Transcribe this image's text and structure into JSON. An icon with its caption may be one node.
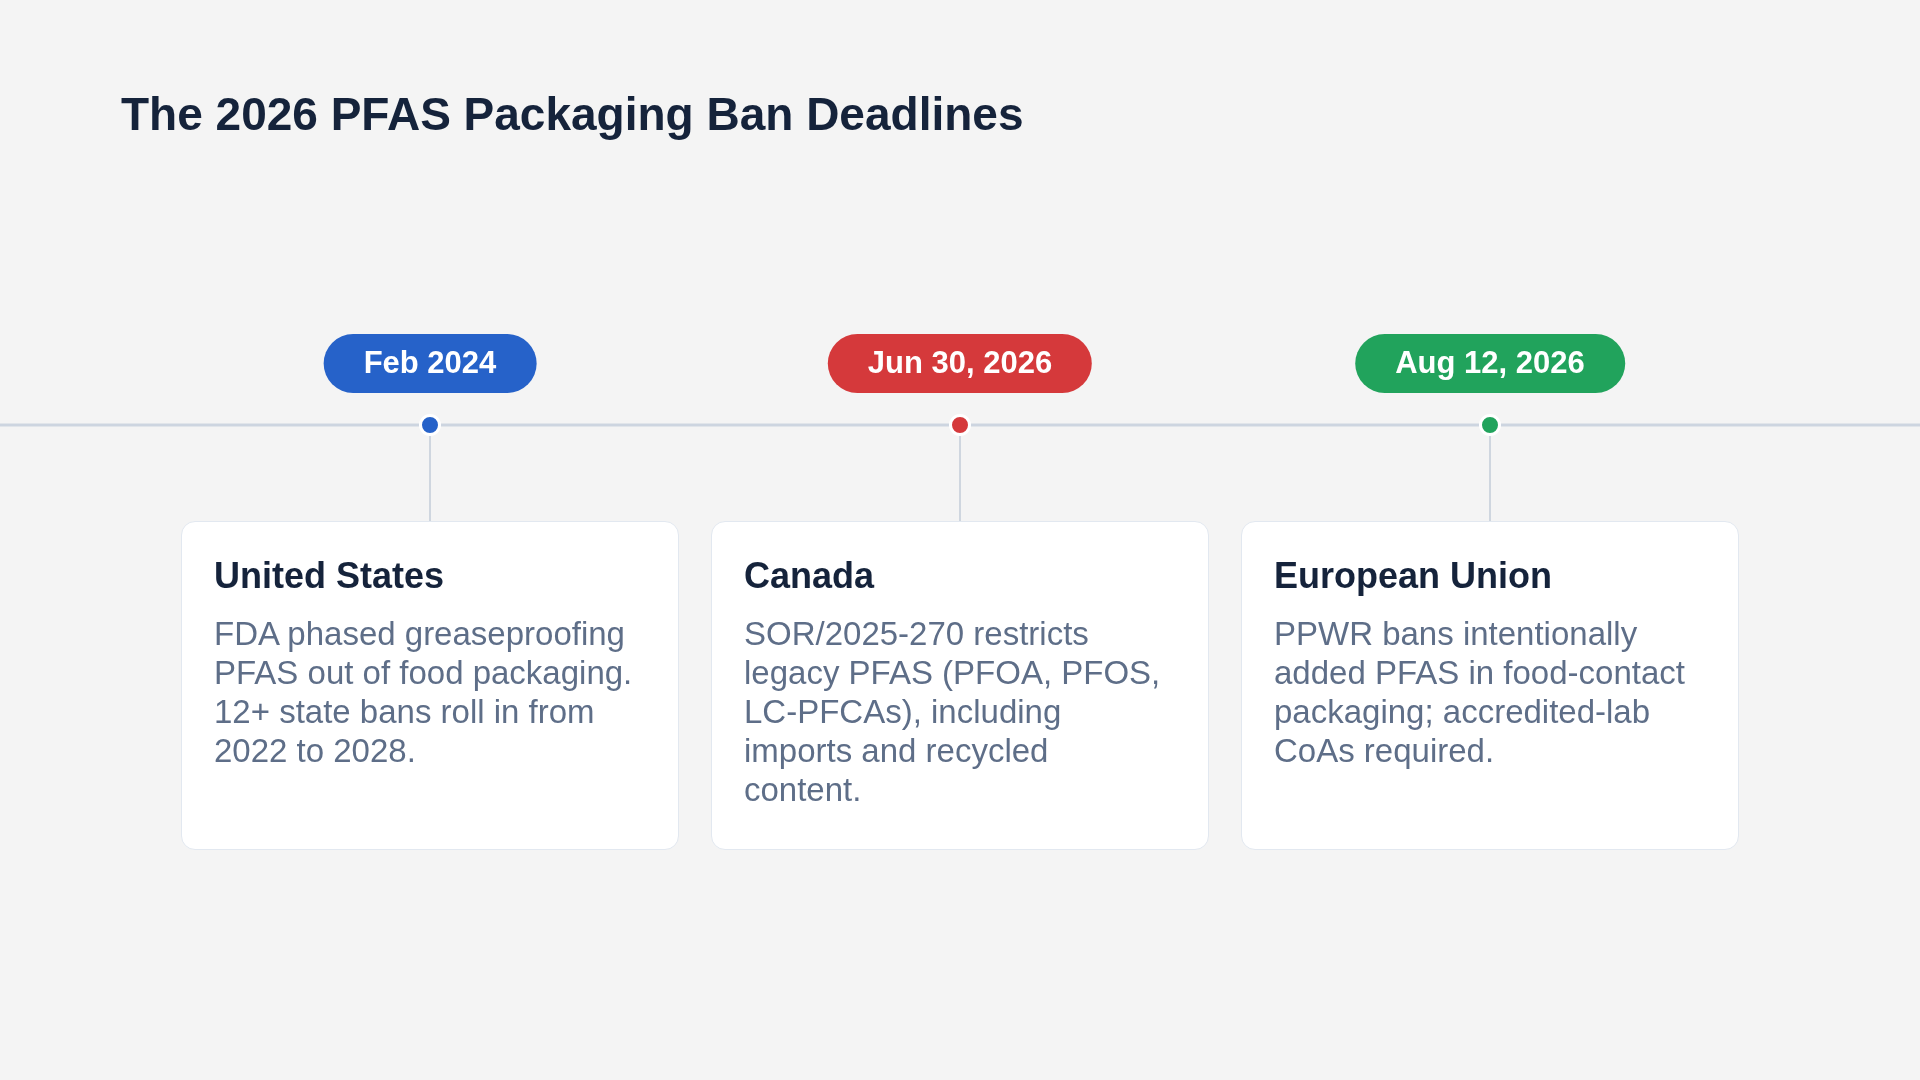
{
  "diagram": {
    "title": "The 2026 PFAS Packaging Ban Deadlines",
    "nodes": [
      {
        "text": [
          "Feb 2024"
        ]
      },
      {
        "text": [
          "Jun 30, 2026"
        ]
      },
      {
        "text": [
          "Aug 12, 2026"
        ]
      },
      {
        "text": [],
        "shape": "circle"
      },
      {
        "text": [],
        "shape": "circle"
      },
      {
        "text": [],
        "shape": "circle"
      },
      {
        "text": [
          "United States",
          "FDA phased greaseproofing PFAS out of food packaging. 12+ state bans roll in from 2022 to 2028."
        ]
      },
      {
        "text": [
          "Canada",
          "SOR/2025-270 restricts legacy PFAS (PFOA, PFOS, LC-PFCAs), including imports and recycled content."
        ]
      },
      {
        "text": [
          "European Union",
          "PPWR bans intentionally added PFAS in food-contact packaging; accredited-lab CoAs required."
        ]
      }
    ],
    "edges": [
      {
        "from": 3,
        "to": 6,
        "arrow": "none"
      },
      {
        "from": 4,
        "to": 7,
        "arrow": "none"
      },
      {
        "from": 5,
        "to": 8,
        "arrow": "none"
      }
    ]
  }
}
